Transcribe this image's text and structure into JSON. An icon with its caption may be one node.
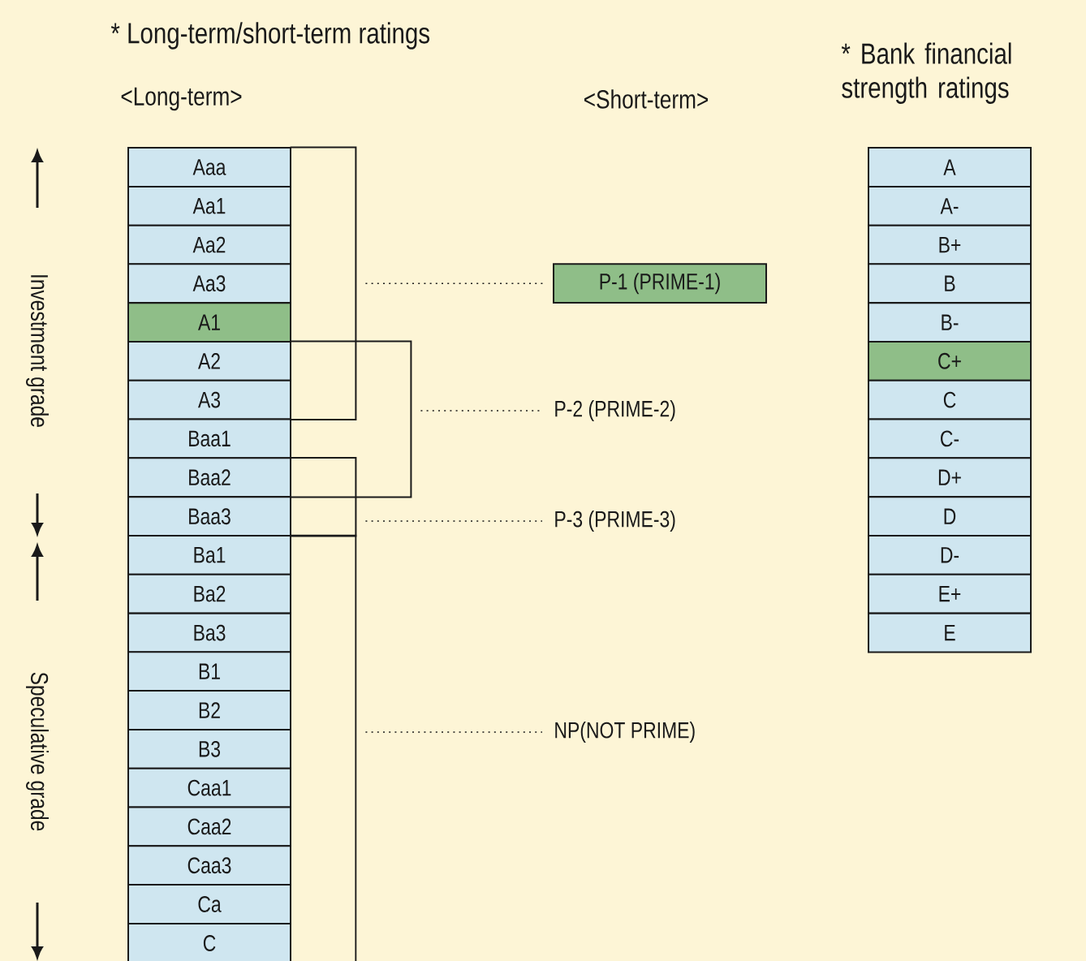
{
  "diagram": {
    "title": "* Long-term/short-term ratings",
    "nodes": [
      {
        "text": [
          "Aaa"
        ]
      },
      {
        "text": [
          "Aa1"
        ]
      },
      {
        "text": [
          "Aa2"
        ]
      },
      {
        "text": [
          "Aa3"
        ]
      },
      {
        "text": [
          "A1"
        ]
      },
      {
        "text": [
          "A2"
        ]
      },
      {
        "text": [
          "A3"
        ]
      },
      {
        "text": [
          "Baa1"
        ]
      },
      {
        "text": [
          "Baa2"
        ]
      },
      {
        "text": [
          "Baa3"
        ]
      },
      {
        "text": [
          "Ba1"
        ]
      },
      {
        "text": [
          "Ba2"
        ]
      },
      {
        "text": [
          "Ba3"
        ]
      },
      {
        "text": [
          "B1"
        ]
      },
      {
        "text": [
          "B2"
        ]
      },
      {
        "text": [
          "B3"
        ]
      },
      {
        "text": [
          "Caa1"
        ]
      },
      {
        "text": [
          "Caa2"
        ]
      },
      {
        "text": [
          "Caa3"
        ]
      },
      {
        "text": [
          "Ca"
        ]
      },
      {
        "text": [
          "C"
        ]
      },
      {
        "text": [],
        "shape": "bracket"
      },
      {
        "text": [],
        "shape": "bracket"
      },
      {
        "text": [],
        "shape": "bracket"
      },
      {
        "text": [],
        "shape": "bracket"
      },
      {
        "text": [
          "P-1 (PRIME-1)"
        ]
      },
      {
        "text": [
          "P-2 (PRIME-2)"
        ]
      },
      {
        "text": [
          "P-3 (PRIME-3)"
        ]
      },
      {
        "text": [
          "NP(NOT PRIME)"
        ]
      },
      {
        "text": [
          "A"
        ]
      },
      {
        "text": [
          "A-"
        ]
      },
      {
        "text": [
          "B+"
        ]
      },
      {
        "text": [
          "B"
        ]
      },
      {
        "text": [
          "B-"
        ]
      },
      {
        "text": [
          "C+"
        ]
      },
      {
        "text": [
          "C"
        ]
      },
      {
        "text": [
          "C-"
        ]
      },
      {
        "text": [
          "D+"
        ]
      },
      {
        "text": [
          "D"
        ]
      },
      {
        "text": [
          "D-"
        ]
      },
      {
        "text": [
          "E+"
        ]
      },
      {
        "text": [
          "E"
        ]
      }
    ],
    "edges": [
      {
        "from": 21,
        "to": 25,
        "arrow": "none",
        "style": "dashed"
      },
      {
        "from": 22,
        "to": 26,
        "arrow": "none",
        "style": "dashed"
      },
      {
        "from": 23,
        "to": 27,
        "arrow": "none",
        "style": "dashed"
      },
      {
        "from": 24,
        "to": 28,
        "arrow": "none",
        "style": "dashed"
      }
    ],
    "labels": [
      "<Long-term>",
      "<Short-term>",
      "* Bank financial strength ratings",
      "Investment grade",
      "Speculative grade"
    ]
  }
}
